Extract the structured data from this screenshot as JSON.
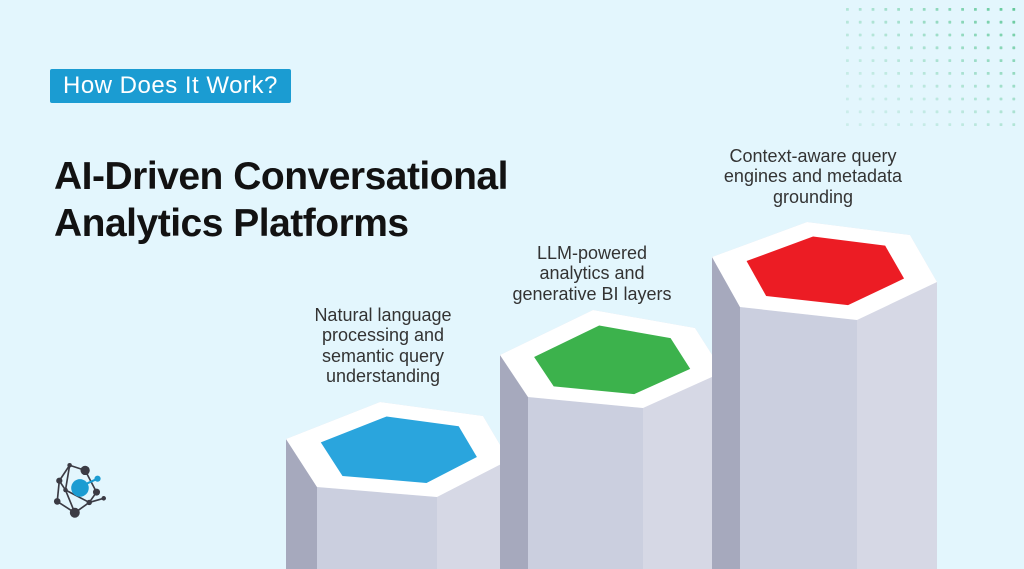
{
  "slide": {
    "background_color": "#e3f6fd",
    "badge": {
      "text": "How Does It Work?",
      "bg_color": "#1b9cd2",
      "text_color": "#ffffff"
    },
    "title": {
      "text": "AI-Driven Conversational Analytics Platforms",
      "color": "#121212"
    }
  },
  "pillars": {
    "palette": {
      "front_left_face": "#cbcfdf",
      "front_right_face": "#d6d8e5",
      "left_dark_facet": "#a6a9bd",
      "top_rim": "#ffffff"
    },
    "items": [
      {
        "label": "Natural language processing and semantic query understanding",
        "top_color": "#2aa5dd"
      },
      {
        "label": "LLM-powered analytics and generative BI layers",
        "top_color": "#3cb24c"
      },
      {
        "label": "Context-aware query engines and metadata grounding",
        "top_color": "#ec1c24"
      }
    ]
  },
  "decor": {
    "dots_color": "#43bd81",
    "logo_name": "network-molecule-logo",
    "logo_dark_color": "#3b3b44",
    "logo_accent_color": "#1b9cd2"
  }
}
